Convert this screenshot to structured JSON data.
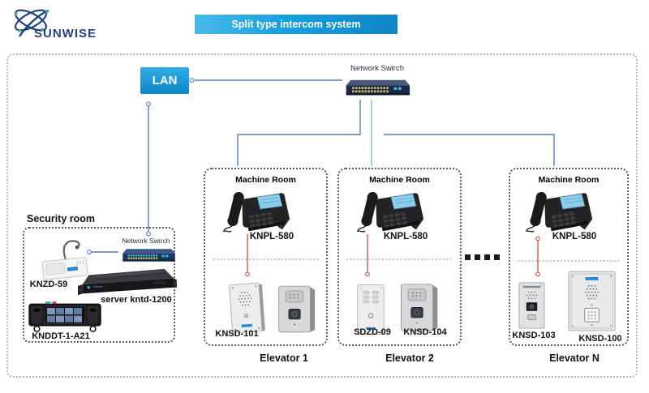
{
  "brand": {
    "name": "SUNWISE"
  },
  "banner": {
    "title": "Split type intercom system"
  },
  "network": {
    "lan_label": "LAN",
    "switch_label": "Network Swirch"
  },
  "security_room": {
    "label": "Security room",
    "switch_label": "Network Swirch",
    "intercom_label": "KNZD-59",
    "server_label": "server kntd-1200",
    "console_label": "KNDDT-1-A21"
  },
  "machine_rooms": [
    {
      "title": "Machine Room",
      "phone_label": "KNPL-580",
      "device1_label": "KNSD-101",
      "device2_label": "",
      "elevator_label": "Elevator 1"
    },
    {
      "title": "Machine Room",
      "phone_label": "KNPL-580",
      "device1_label": "SDZD-09",
      "device2_label": "KNSD-104",
      "elevator_label": "Elevator 2"
    },
    {
      "title": "Machine Room",
      "phone_label": "KNPL-580",
      "device1_label": "KNSD-103",
      "device2_label": "KNSD-100",
      "elevator_label": "Elevator N"
    }
  ],
  "colors": {
    "banner_blue": "#1696d2",
    "line_blue": "#4f81bd",
    "link_red": "#c0504d",
    "brand_navy": "#24427f"
  }
}
